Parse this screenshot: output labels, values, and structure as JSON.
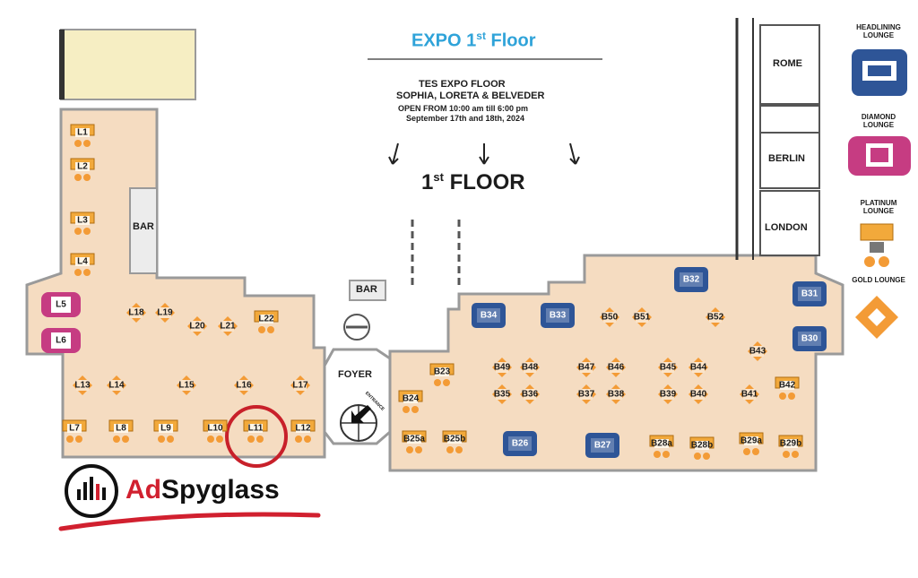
{
  "header": {
    "title": "EXPO 1st Floor",
    "title_main": "EXPO 1",
    "title_sup": "st",
    "title_end": " Floor",
    "line1": "TES EXPO FLOOR",
    "line2": "SOPHIA, LORETA & BELVEDER",
    "line3": "OPEN FROM 10:00 am till 6:00 pm",
    "line4": "September 17th and 18th, 2024",
    "floor_main": "1",
    "floor_sup": "st",
    "floor_end": " FLOOR"
  },
  "rooms": {
    "bar_left": "BAR",
    "bar_center": "BAR",
    "foyer": "FOYER",
    "entrance": "ENTRANCE",
    "rome": "ROME",
    "berlin": "BERLIN",
    "london": "LONDON"
  },
  "legend": {
    "headlining": "HEADLINING LOUNGE",
    "diamond": "DIAMOND LOUNGE",
    "platinum": "PLATINUM LOUNGE",
    "gold": "GOLD LOUNGE"
  },
  "watermark": {
    "brand_ad": "Ad",
    "brand_rest": "Spyglass"
  },
  "booths": {
    "gold": [
      "L18",
      "L19",
      "L20",
      "L21",
      "L13",
      "L14",
      "L15",
      "L16",
      "L17",
      "B50",
      "B51",
      "B52",
      "B43",
      "B49",
      "B48",
      "B47",
      "B46",
      "B45",
      "B44",
      "B35",
      "B36",
      "B37",
      "B38",
      "B39",
      "B40",
      "B41"
    ],
    "platinum": [
      "L1",
      "L2",
      "L3",
      "L4",
      "L22",
      "L7",
      "L8",
      "L9",
      "L10",
      "L11",
      "L12",
      "B23",
      "B24",
      "B42",
      "B25a",
      "B25b",
      "B28a",
      "B28b",
      "B29a",
      "B29b"
    ],
    "headlining": [
      "B34",
      "B33",
      "B32",
      "B31",
      "B30",
      "B26",
      "B27"
    ],
    "diamond": [
      "L5",
      "L6"
    ]
  },
  "colors": {
    "floor": "#f5dcc1",
    "wall": "#9a9a9a",
    "gold_booth": "#f39b36",
    "platinum_booth": "#f2a93b",
    "headlining_booth": "#2e5597",
    "diamond_booth": "#c63c82",
    "title_blue": "#2fa3d9",
    "highlight_circle": "#c8202a",
    "brand_red": "#d1202f"
  }
}
